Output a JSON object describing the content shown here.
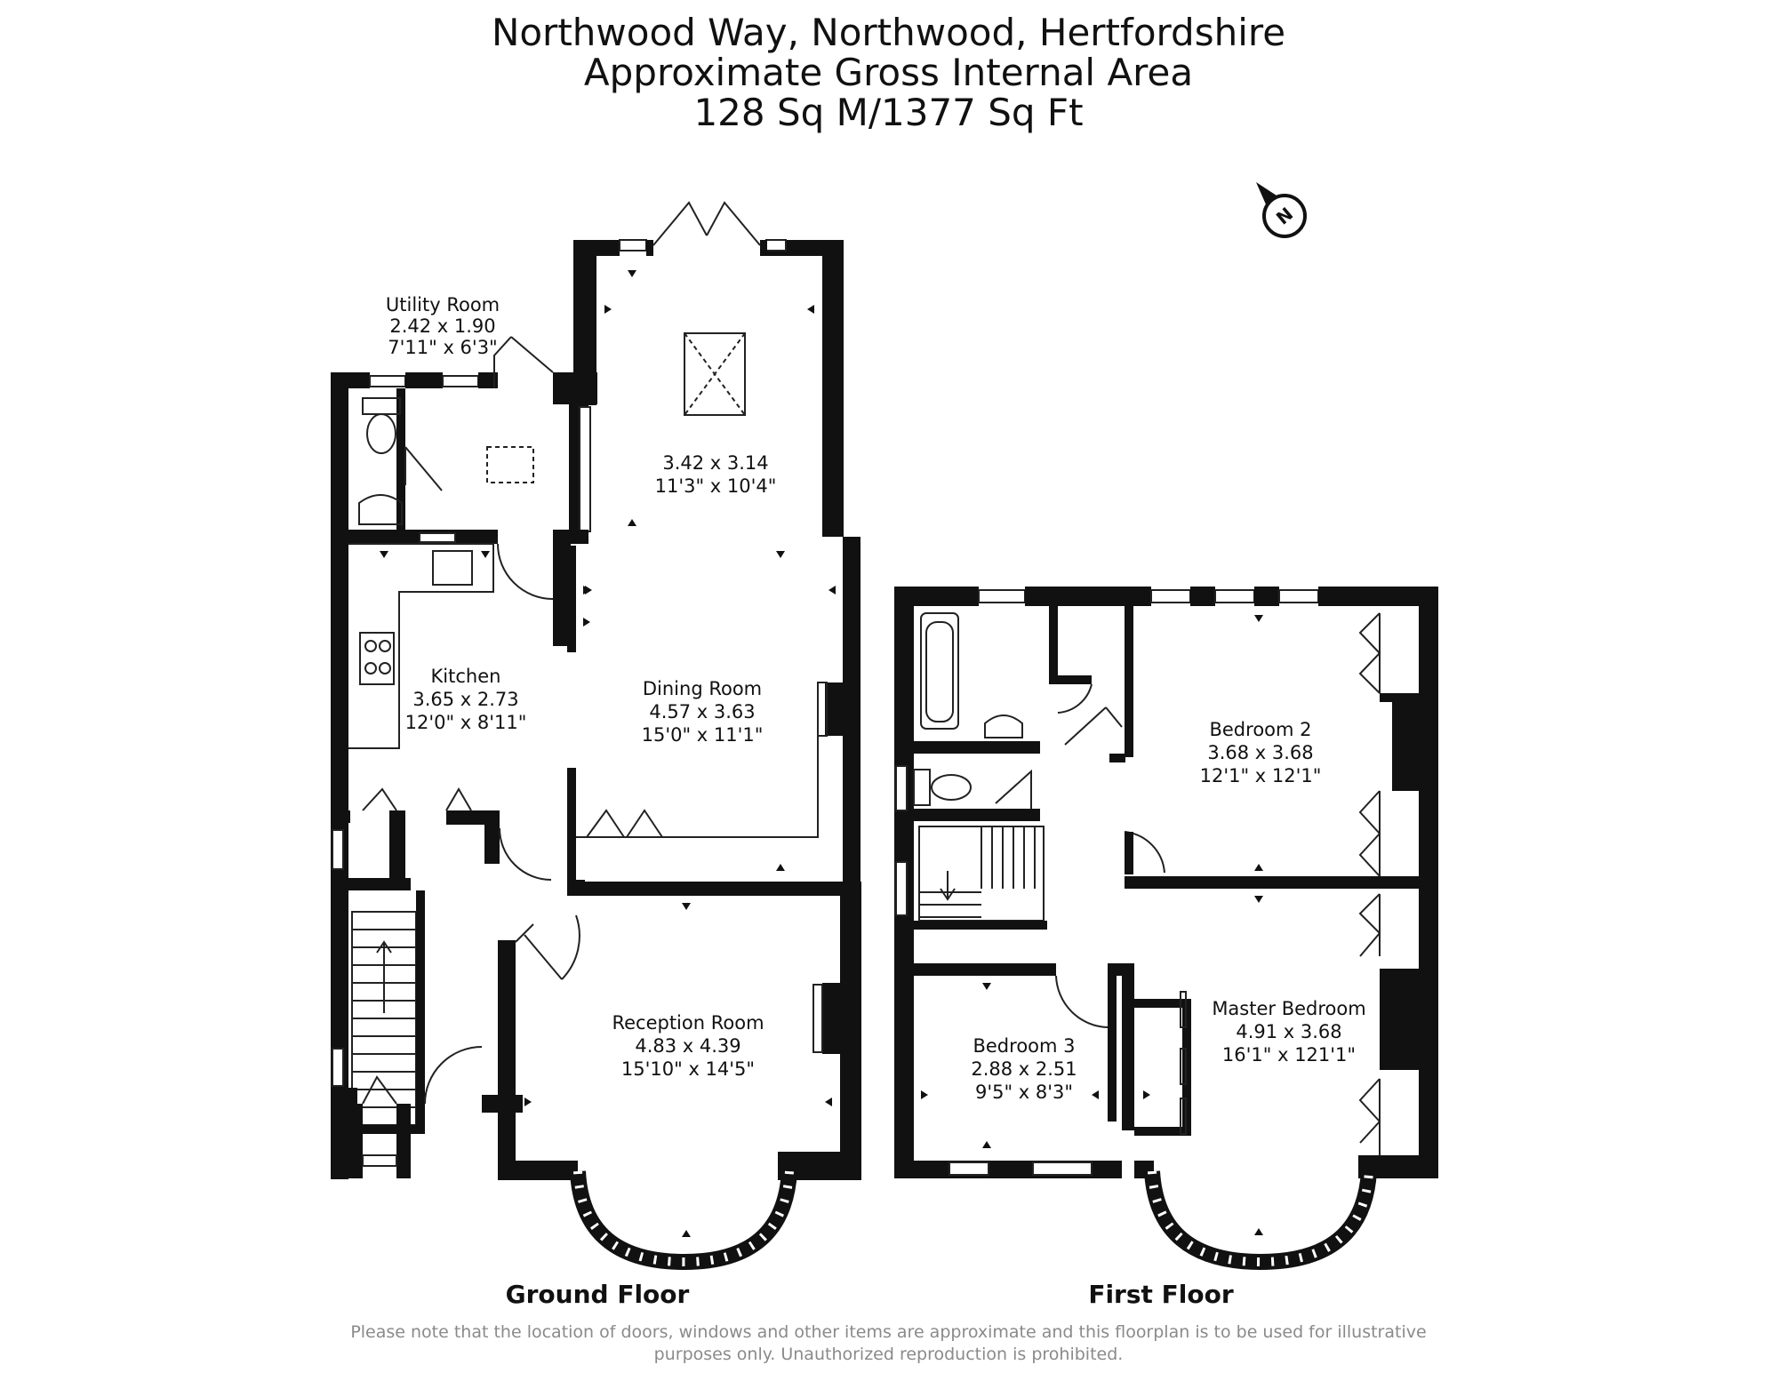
{
  "header": {
    "line1": "Northwood Way, Northwood, Hertfordshire",
    "line2": "Approximate Gross Internal Area",
    "line3": "128 Sq M/1377 Sq Ft"
  },
  "compass": {
    "label": "N",
    "icon": "north-arrow-icon"
  },
  "ground_floor": {
    "label": "Ground Floor",
    "rooms": [
      {
        "id": "utility",
        "name": "Utility Room",
        "metric": "2.42 x 1.90",
        "imperial": "7'11\" x 6'3\""
      },
      {
        "id": "conservatory",
        "name": "",
        "metric": "3.42 x 3.14",
        "imperial": "11'3\" x 10'4\""
      },
      {
        "id": "kitchen",
        "name": "Kitchen",
        "metric": "3.65 x 2.73",
        "imperial": "12'0\" x 8'11\""
      },
      {
        "id": "dining",
        "name": "Dining Room",
        "metric": "4.57 x 3.63",
        "imperial": "15'0\" x 11'1\""
      },
      {
        "id": "reception",
        "name": "Reception Room",
        "metric": "4.83 x 4.39",
        "imperial": "15'10\" x 14'5\""
      }
    ]
  },
  "first_floor": {
    "label": "First Floor",
    "rooms": [
      {
        "id": "bedroom2",
        "name": "Bedroom 2",
        "metric": "3.68 x 3.68",
        "imperial": "12'1\" x 12'1\""
      },
      {
        "id": "bedroom3",
        "name": "Bedroom 3",
        "metric": "2.88 x 2.51",
        "imperial": "9'5\" x 8'3\""
      },
      {
        "id": "master",
        "name": "Master Bedroom",
        "metric": "4.91 x 3.68",
        "imperial": "16'1\" x 121'1\""
      }
    ]
  },
  "footer": {
    "line1": "Please note that the location of doors, windows and other items are approximate and this floorplan is to be used for illustrative",
    "line2": "purposes only. Unauthorized reproduction is prohibited."
  },
  "colors": {
    "wall": "#111111",
    "text": "#111111",
    "disclaimer": "#8a8a8a",
    "background": "#ffffff"
  }
}
